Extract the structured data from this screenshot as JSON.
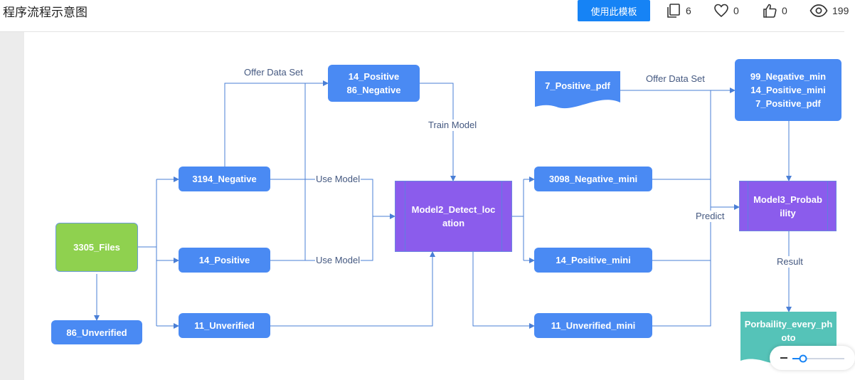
{
  "header": {
    "title": "程序流程示意图",
    "use_template_label": "使用此模板",
    "copies": "6",
    "favorites": "0",
    "likes": "0",
    "views": "199"
  },
  "diagram": {
    "nodes": {
      "files": "3305_Files",
      "unverified86": "86_Unverified",
      "negative3194": "3194_Negative",
      "positive14": "14_Positive",
      "unverified11": "11_Unverified",
      "offer_set_a_line1": "14_Positive",
      "offer_set_a_line2": "86_Negative",
      "model2": "Model2_Detect_location",
      "negative_mini": "3098_Negative_mini",
      "positive_mini": "14_Positive_mini",
      "unverified_mini": "11_Unverified_mini",
      "positive_pdf": "7_Positive_pdf",
      "offer_set_b_line1": "99_Negative_min",
      "offer_set_b_line2": "14_Positive_mini",
      "offer_set_b_line3": "7_Positive_pdf",
      "model3": "Model3_Probability",
      "result_doc": "Porbaility_every_photo"
    },
    "edge_labels": {
      "offer_data_set_a": "Offer Data Set",
      "train_model": "Train Model",
      "use_model_1": "Use Model",
      "use_model_2": "Use Model",
      "offer_data_set_b": "Offer Data Set",
      "predict": "Predict",
      "result": "Result"
    }
  },
  "colors": {
    "accent": "#1683f5",
    "node_blue": "#4a8af3",
    "node_green": "#8fd14f",
    "node_purple": "#8b5cec",
    "node_teal": "#55c3b8",
    "connector": "#4a7fd6"
  }
}
